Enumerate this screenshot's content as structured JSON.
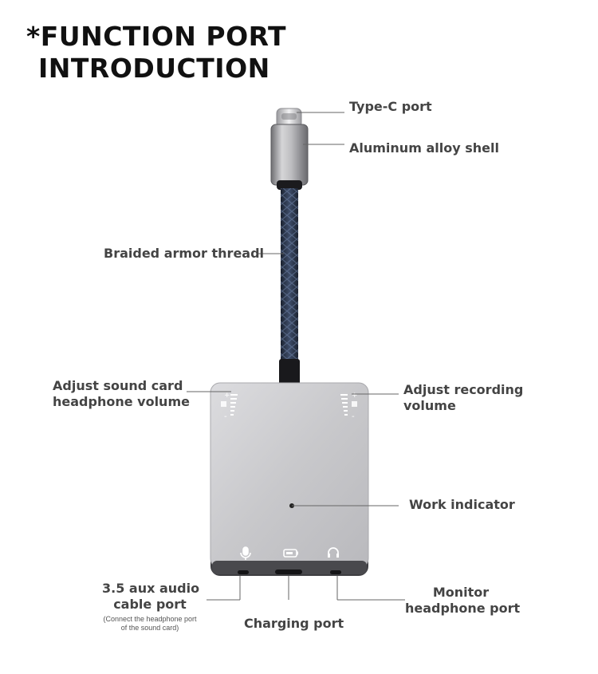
{
  "title": {
    "line1": "*FUNCTION PORT",
    "line2": "INTRODUCTION"
  },
  "labels": {
    "type_c_port": "Type-C port",
    "aluminum_shell": "Aluminum alloy shell",
    "braided_armor": "Braided armor threadl",
    "headphone_volume_line1": "Adjust sound card",
    "headphone_volume_line2": "headphone volume",
    "recording_volume_line1": "Adjust recording",
    "recording_volume_line2": "volume",
    "work_indicator": "Work indicator",
    "aux_port_line1": "3.5 aux audio",
    "aux_port_line2": "cable port",
    "aux_note_line1": "(Connect the headphone port",
    "aux_note_line2": "of the sound card)",
    "charging_port": "Charging port",
    "monitor_line1": "Monitor",
    "monitor_line2": "headphone port"
  },
  "device": {
    "panel_icons": [
      "microphone-icon",
      "battery-icon",
      "headphones-icon"
    ],
    "volume_marks": [
      "+",
      "-"
    ],
    "colors": {
      "body": "#c9c9cb",
      "cable": "#2d3950",
      "connector": "#a7a7aa"
    }
  }
}
